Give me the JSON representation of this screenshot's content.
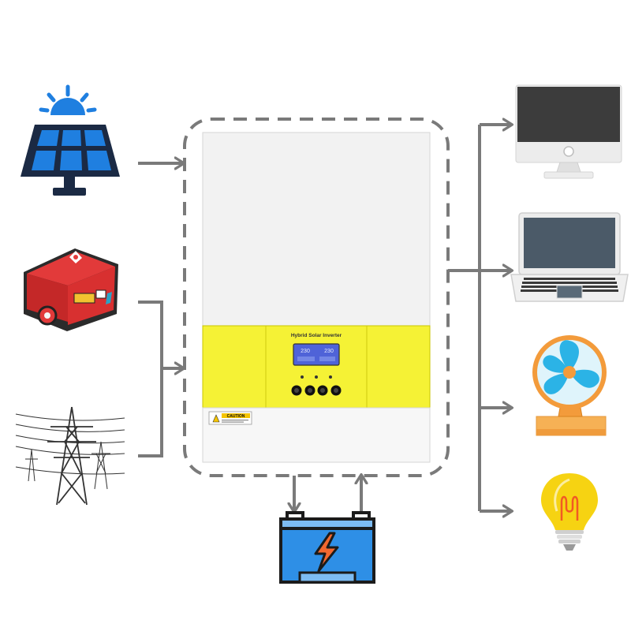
{
  "inverter": {
    "title": "Hybrid Solar Inverter",
    "caution_label": "CAUTION",
    "lcd_readout_left": "230",
    "lcd_readout_right": "230",
    "brand_color": "#f5f235"
  },
  "sources": [
    {
      "name": "solar-panel",
      "icon": "solar-panel-icon"
    },
    {
      "name": "generator",
      "icon": "generator-icon"
    },
    {
      "name": "utility-grid",
      "icon": "power-tower-icon"
    }
  ],
  "storage": {
    "name": "battery",
    "icon": "battery-icon"
  },
  "loads": [
    {
      "name": "desktop-monitor",
      "icon": "monitor-icon"
    },
    {
      "name": "laptop",
      "icon": "laptop-icon"
    },
    {
      "name": "fan",
      "icon": "fan-icon"
    },
    {
      "name": "light-bulb",
      "icon": "light-bulb-icon"
    }
  ],
  "colors": {
    "arrow": "#7a7a7a",
    "dashed_border": "#7a7a7a",
    "solar_blue": "#1f7fe0",
    "generator_red": "#e23a3a",
    "battery_blue": "#2e8fe6",
    "fan_blue": "#2bb3e6",
    "fan_orange": "#f39b3b",
    "bulb_yellow": "#f6d312"
  }
}
